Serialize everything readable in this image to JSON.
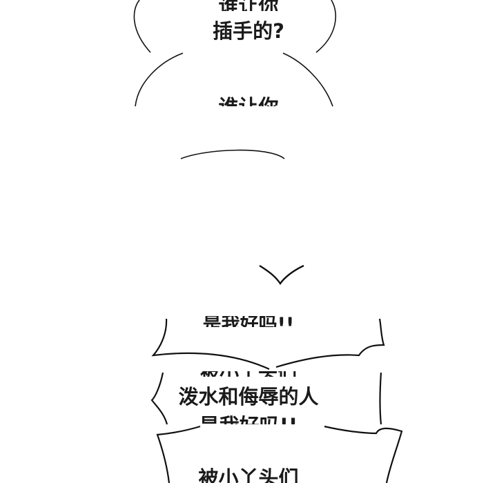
{
  "bubbles": [
    {
      "line1_partial": "谁让你",
      "line2": "插手的?"
    },
    {
      "line1_partial": "谁让你"
    },
    {
      "line_partial": "是我好吗!!"
    },
    {
      "line1_partial": "被小丫头们",
      "line2": "泼水和侮辱的人",
      "line3_partial": "是我好吗!!"
    },
    {
      "line1": "被小丫头们"
    }
  ]
}
